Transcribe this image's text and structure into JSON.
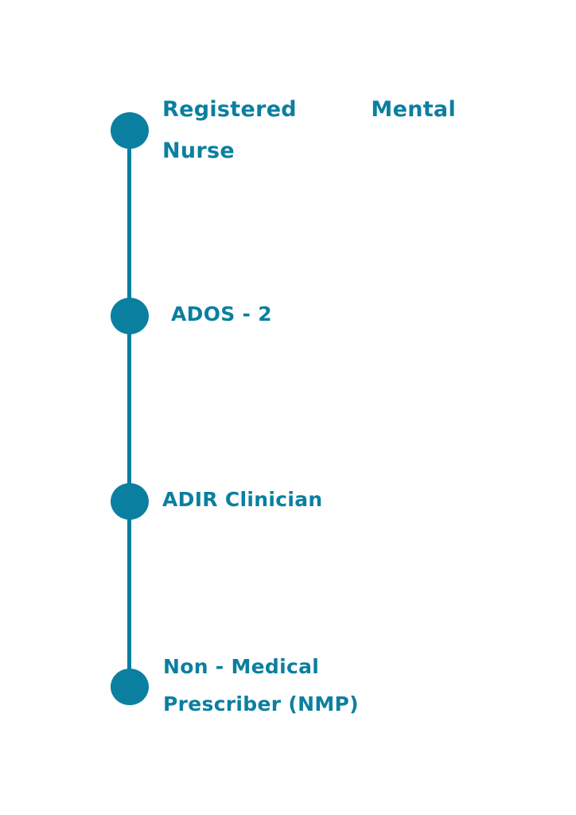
{
  "accent_color": "#0b7fa0",
  "timeline": {
    "items": [
      {
        "label": "Registered Mental Nurse"
      },
      {
        "label": "ADOS - 2"
      },
      {
        "label": "ADIR Clinician"
      },
      {
        "label": "Non - Medical Prescriber (NMP)"
      }
    ]
  }
}
